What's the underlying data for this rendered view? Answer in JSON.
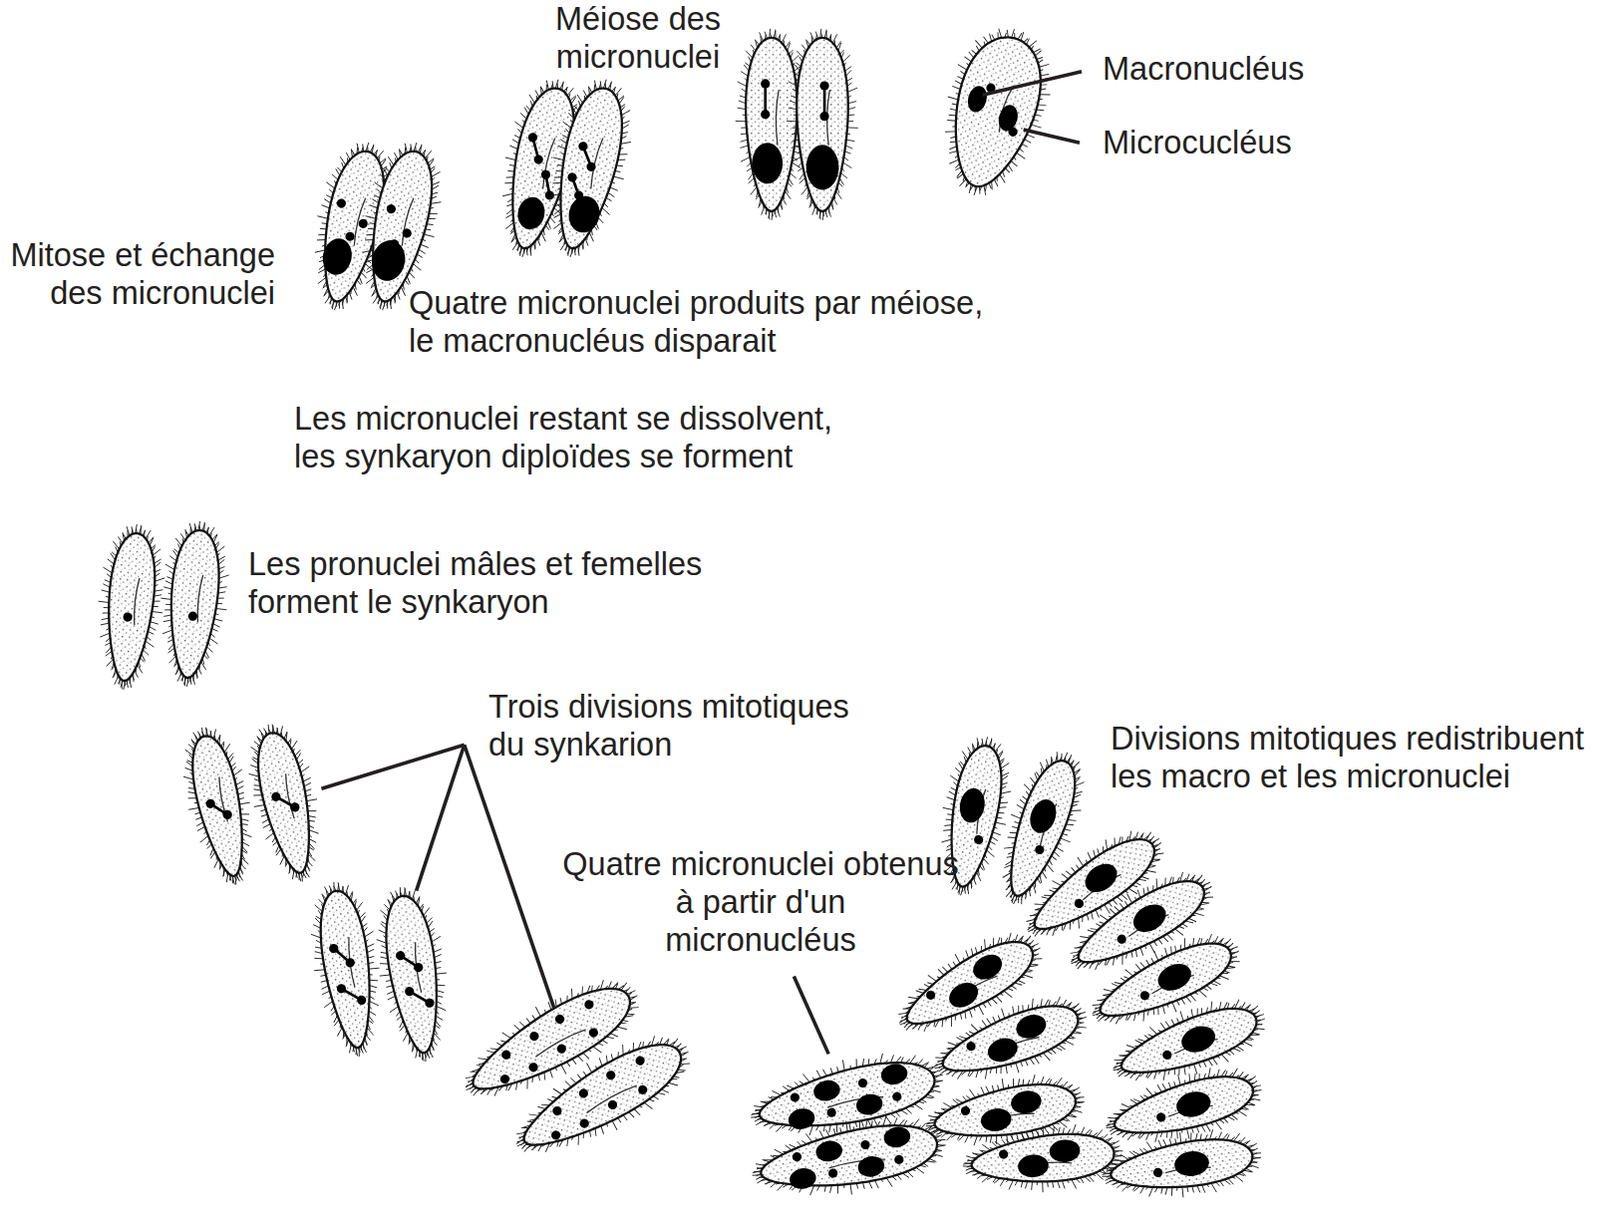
{
  "diagram": {
    "labels": [
      "Méiose des micronuclei",
      "Macronucléus",
      "Microcucléus",
      "Mitose et échange des micronuclei",
      "Quatre micronuclei produits par méiose, le macronucléus disparait",
      "Les micronuclei restant se dissolvent, les synkaryon diploïdes se forment",
      "Les pronuclei mâles et femelles forment le synkaryon",
      "Trois divisions mitotiques du synkarion",
      "Divisions mitotiques redistribuent les macro et les micronuclei",
      "Quatre micronuclei obtenus à partir d'un micronucléus"
    ]
  }
}
